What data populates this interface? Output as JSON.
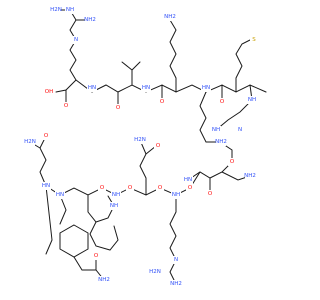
{
  "molecule": {
    "atom_labels": {
      "nh_guan_top1": "NH",
      "nh2_guan_top1": "H2N",
      "n_guan_top1": "N",
      "nh2_guan_top2": "NH2",
      "oh_cterm": "OH",
      "o_cterm": "O",
      "hn_val": "HN",
      "o_val": "O",
      "hn_lys": "HN",
      "o_lys": "O",
      "nh2_lys": "NH2",
      "hn_met": "HN",
      "o_met": "O",
      "s_met": "S",
      "nh_met": "NH",
      "o_mid": "O",
      "hn_asn": "HN",
      "nh2_asn": "NH2",
      "o_asn": "O",
      "nh2_arg_r": "NH2",
      "n_arg_r": "N",
      "nh_arg_r": "NH",
      "h2n_gln_top": "H2N",
      "o_gln_top": "O",
      "o_gln_l": "O",
      "nh_gln_l": "NH",
      "o_trp": "O",
      "hn_trp": "HN",
      "nh_trp_ring": "NH",
      "h2n_gln2": "H2N",
      "o_gln2": "O",
      "hn_gln2": "HN",
      "o_gln2b": "O",
      "nh_arg2": "NH",
      "o_arg2": "O",
      "n_arg2": "N",
      "nh2_arg2a": "NH2",
      "h2n_arg2b": "H2N",
      "nh2_nterm": "NH2",
      "o_nterm": "O"
    }
  }
}
